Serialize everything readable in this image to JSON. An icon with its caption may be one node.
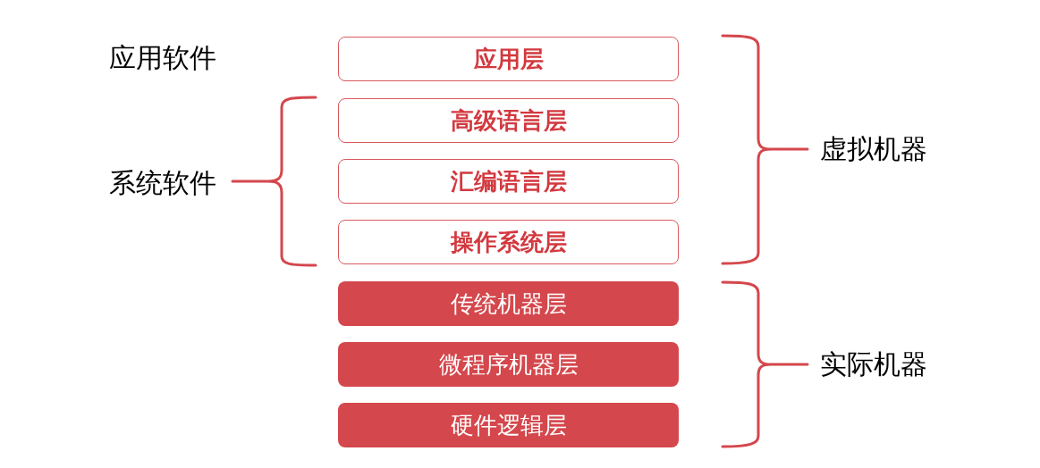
{
  "diagram": {
    "nodes": [
      {
        "text": [
          "应用层"
        ]
      },
      {
        "text": [
          "高级语言层"
        ]
      },
      {
        "text": [
          "汇编语言层"
        ]
      },
      {
        "text": [
          "操作系统层"
        ]
      },
      {
        "text": [
          "传统机器层"
        ]
      },
      {
        "text": [
          "微程序机器层"
        ]
      },
      {
        "text": [
          "硬件逻辑层"
        ]
      }
    ],
    "labels": [
      "应用软件",
      "虚拟机器",
      "系统软件",
      "实际机器"
    ]
  }
}
